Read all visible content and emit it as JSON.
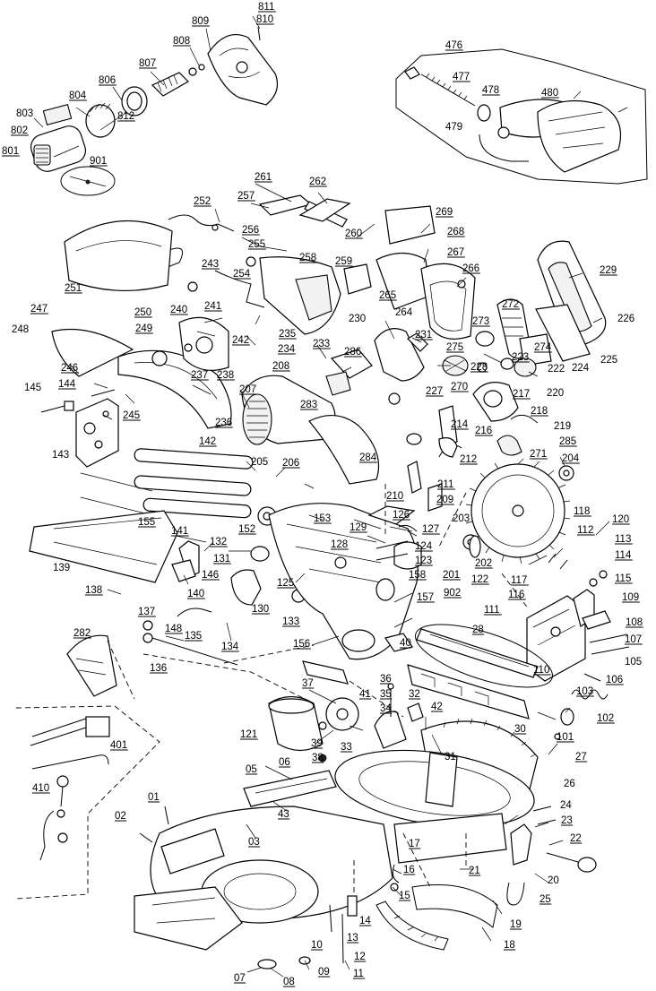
{
  "labels": [
    "811",
    "810",
    "809",
    "808",
    "807",
    "806",
    "804",
    "803",
    "802",
    "801",
    "812",
    "901",
    "476",
    "477",
    "478",
    "479",
    "480",
    "261",
    "262",
    "257",
    "252",
    "256",
    "255",
    "260",
    "269",
    "268",
    "267",
    "266",
    "229",
    "226",
    "251",
    "243",
    "254",
    "258",
    "259",
    "265",
    "264",
    "272",
    "273",
    "230",
    "231",
    "274",
    "224",
    "225",
    "247",
    "248",
    "250",
    "249",
    "240",
    "241",
    "242",
    "235",
    "234",
    "233",
    "286",
    "275",
    "228",
    "222",
    "223",
    "246",
    "144",
    "145",
    "245",
    "143",
    "237",
    "238",
    "208",
    "207",
    "236",
    "283",
    "227",
    "270",
    "220",
    "217",
    "218",
    "219",
    "285",
    "216",
    "214",
    "271",
    "142",
    "205",
    "206",
    "204",
    "284",
    "212",
    "211",
    "210",
    "209",
    "155",
    "141",
    "132",
    "152",
    "153",
    "129",
    "126",
    "127",
    "203",
    "139",
    "146",
    "131",
    "128",
    "124",
    "123",
    "158",
    "201",
    "202",
    "118",
    "112",
    "120",
    "113",
    "114",
    "115",
    "138",
    "140",
    "130",
    "125",
    "133",
    "122",
    "117",
    "116",
    "111",
    "137",
    "148",
    "135",
    "134",
    "157",
    "902",
    "109",
    "108",
    "282",
    "136",
    "156",
    "40",
    "28",
    "107",
    "105",
    "110",
    "106",
    "37",
    "36",
    "35",
    "41",
    "32",
    "34",
    "121",
    "39",
    "33",
    "42",
    "103",
    "102",
    "101",
    "27",
    "30",
    "401",
    "38",
    "06",
    "31",
    "05",
    "410",
    "01",
    "26",
    "02",
    "03",
    "43",
    "24",
    "23",
    "22",
    "17",
    "20",
    "21",
    "16",
    "15",
    "25",
    "14",
    "19",
    "13",
    "10",
    "18",
    "12",
    "07",
    "08",
    "09",
    "11"
  ]
}
